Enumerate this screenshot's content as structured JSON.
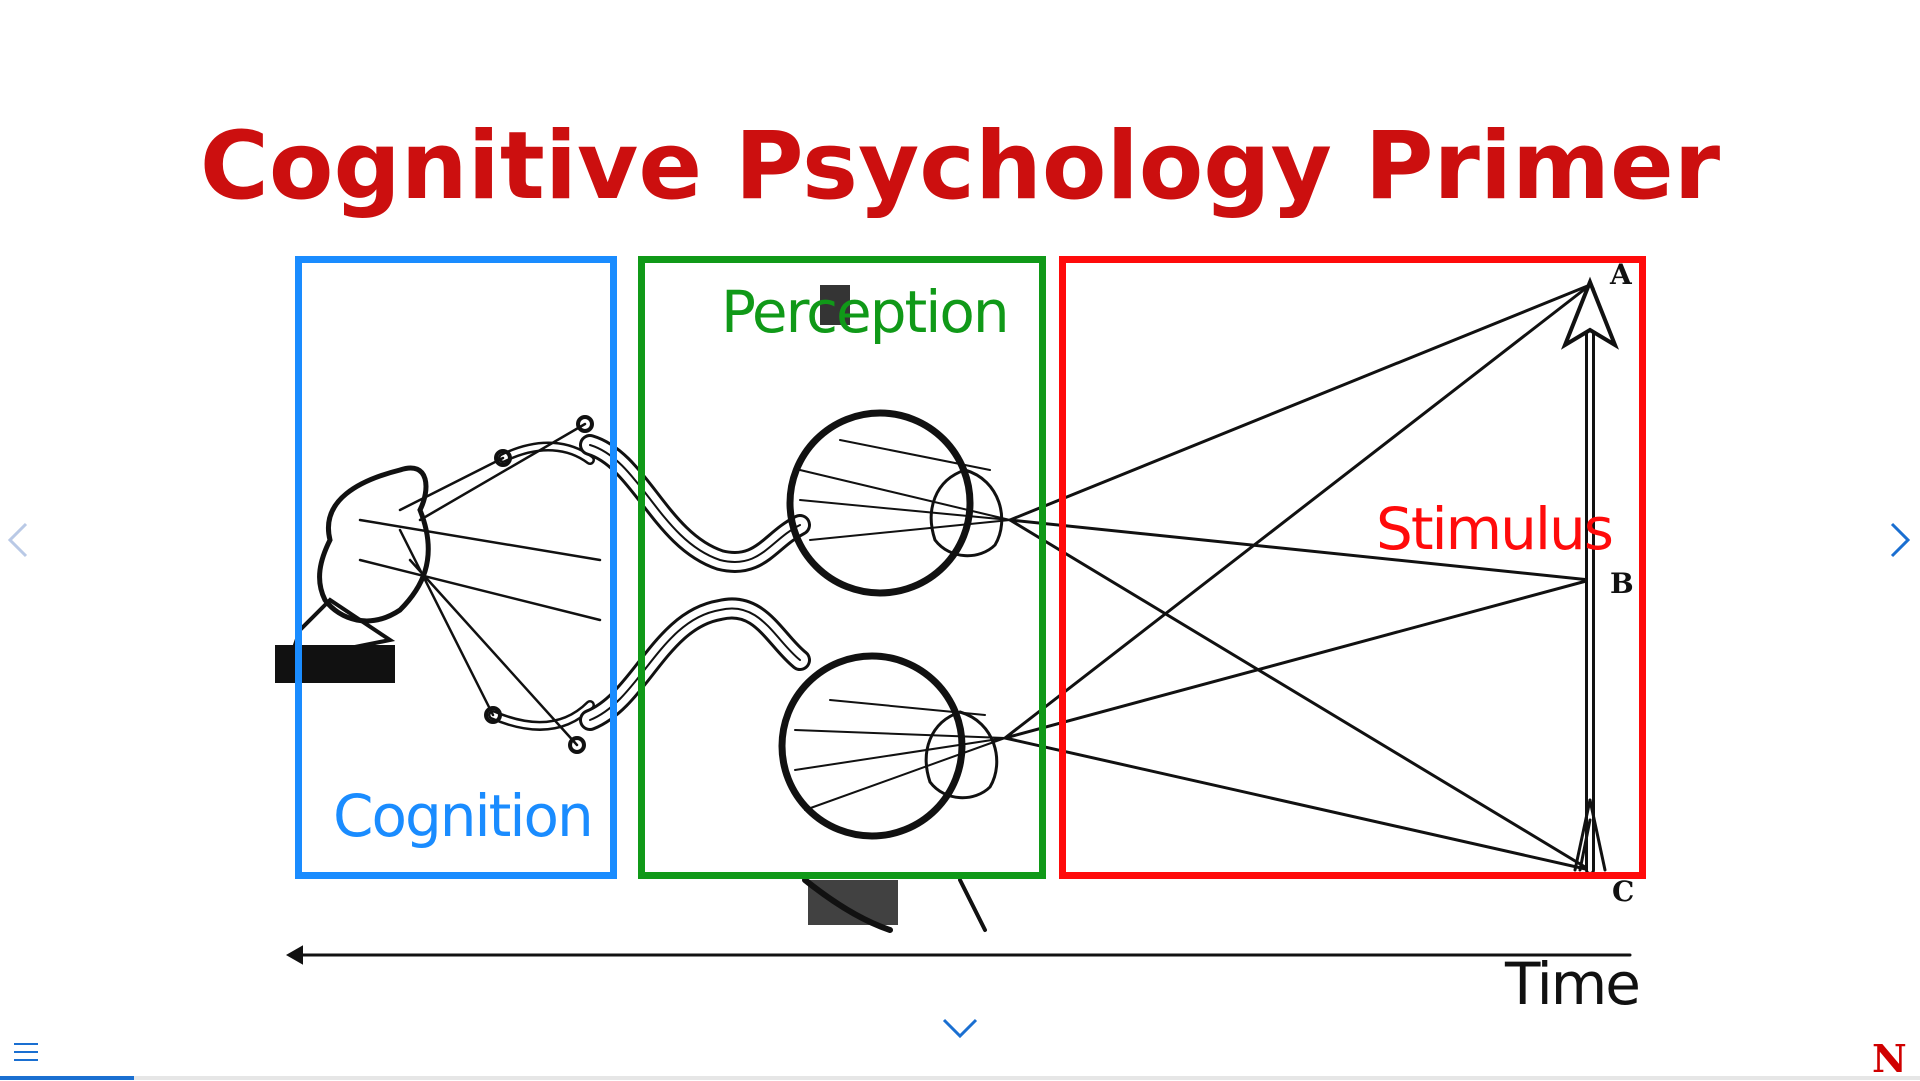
{
  "slide": {
    "title": "Cognitive Psychology Primer",
    "labels": {
      "cognition": "Cognition",
      "perception": "Perception",
      "stimulus": "Stimulus",
      "time": "Time"
    },
    "points": {
      "a": "A",
      "b": "B",
      "c": "C"
    },
    "colors": {
      "title": "#cc0f0f",
      "cognition": "#1a8cff",
      "perception": "#109918",
      "stimulus": "#ff0b0b"
    }
  },
  "navigation": {
    "prev_icon": "chevron-left-icon",
    "next_icon": "chevron-right-icon",
    "down_icon": "chevron-down-icon",
    "menu_icon": "hamburger-menu-icon",
    "progress": 0.07
  },
  "logo": {
    "text": "N",
    "color": "#d00000"
  }
}
